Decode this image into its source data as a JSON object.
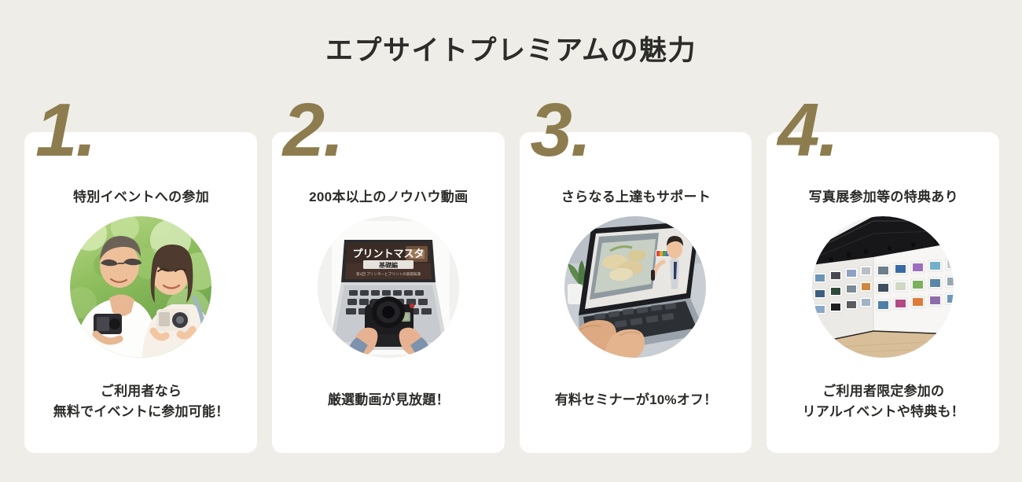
{
  "section": {
    "title": "エプサイトプレミアムの魅力",
    "background_color": "#efede8",
    "accent_color": "#8d7c4e",
    "text_color": "#2b2b29",
    "card_color": "#ffffff"
  },
  "cards": [
    {
      "number": "1.",
      "heading": "特別イベントへの参加",
      "caption": "ご利用者なら\n無料でイベントに参加可能！",
      "photo_alt": "眼鏡の男性と女性が屋外の緑の中でカメラを見ている写真"
    },
    {
      "number": "2.",
      "heading": "200本以上のノウハウ動画",
      "caption": "厳選動画が見放題！",
      "photo_alt": "ノートパソコンで「プリントマスタ」動画を再生し、一眼レフカメラを持つ手の写真"
    },
    {
      "number": "3.",
      "heading": "さらなる上達もサポート",
      "caption": "有料セミナーが10%オフ！",
      "photo_alt": "ノートパソコンでセミナー講師の動画を視聴しながらキーボードを操作する手の写真"
    },
    {
      "number": "4.",
      "heading": "写真展参加等の特典あり",
      "caption": "ご利用者限定参加の\nリアルイベントや特典も！",
      "photo_alt": "白い壁に多数の写真が展示されたギャラリー会場の写真"
    }
  ]
}
